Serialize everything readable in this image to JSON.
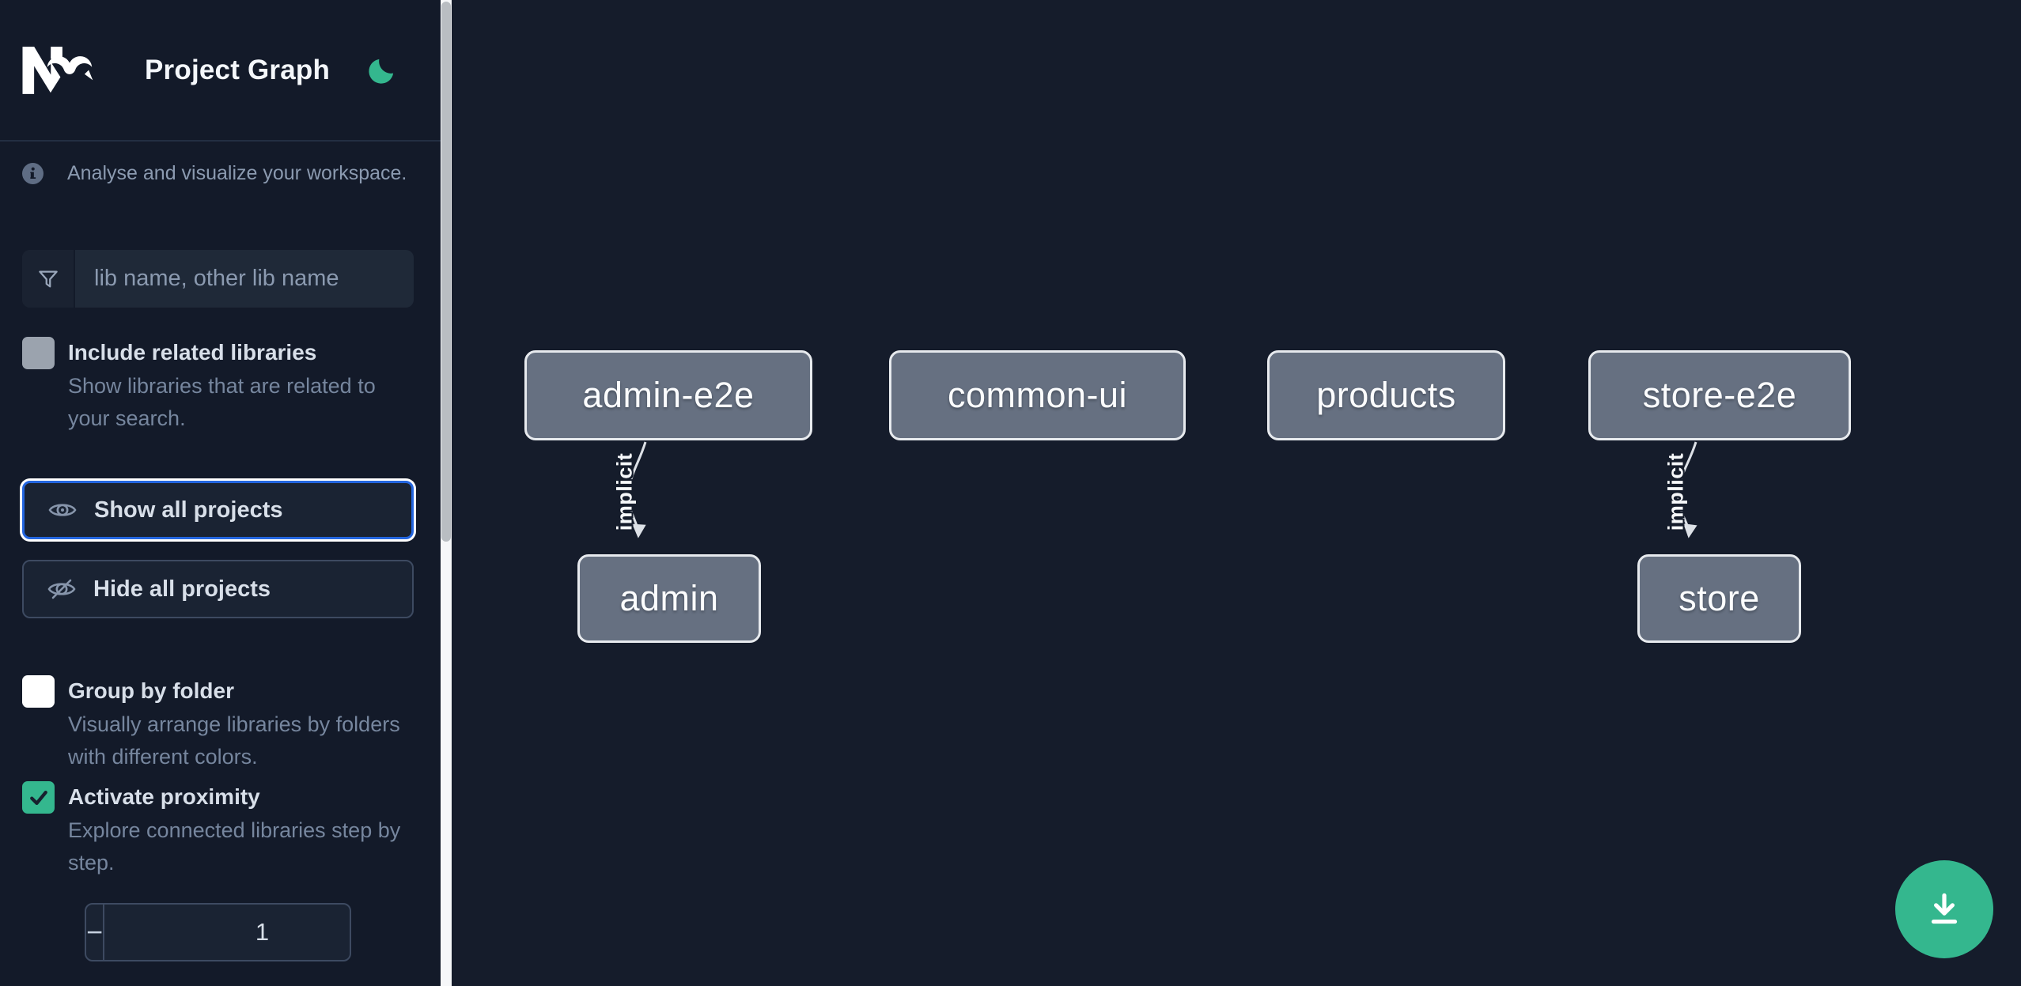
{
  "app": {
    "title": "Project Graph",
    "logo": "nx-logo",
    "theme_toggle_icon": "moon-icon"
  },
  "sidebar": {
    "tagline": "Analyse and visualize your workspace.",
    "search": {
      "placeholder": "lib name, other lib name",
      "value": "",
      "icon": "funnel-filter-icon"
    },
    "toggles": [
      {
        "label": "Include related libraries",
        "description": "Show libraries that are related to your search.",
        "checked": false,
        "checkbox_color": "#9ba3ae"
      },
      {
        "label": "Group by folder",
        "description": "Visually arrange libraries by folders with different colors.",
        "checked": false,
        "checkbox_color": "#ffffff"
      },
      {
        "label": "Activate proximity",
        "description": "Explore connected libraries step by step.",
        "checked": true,
        "checkbox_color": "#34b78e"
      }
    ],
    "buttons": [
      {
        "label": "Show all projects",
        "icon": "eye-icon",
        "focused": true
      },
      {
        "label": "Hide all projects",
        "icon": "eye-off-icon",
        "focused": false
      }
    ],
    "stepper": {
      "decrement_label": "−",
      "value": "1",
      "increment_label": "+"
    }
  },
  "graph": {
    "nodes": [
      {
        "label": "admin-e2e"
      },
      {
        "label": "common-ui"
      },
      {
        "label": "products"
      },
      {
        "label": "store-e2e"
      },
      {
        "label": "admin"
      },
      {
        "label": "store"
      }
    ],
    "edges": [
      {
        "source": "admin-e2e",
        "target": "admin",
        "label": "implicit"
      },
      {
        "source": "store-e2e",
        "target": "store",
        "label": "implicit"
      }
    ],
    "fab_icon": "download-icon"
  },
  "colors": {
    "sidebar_bg": "#131a29",
    "canvas_bg": "#151c2b",
    "accent_green": "#34b78e",
    "focus_ring_blue": "#2466e0",
    "node_fill": "#667081",
    "node_border": "#e7eaee",
    "edge_color": "#dde1e7",
    "scrollbar_thumb": "#b9bdc2",
    "scrollbar_track": "#f6f7f9"
  }
}
